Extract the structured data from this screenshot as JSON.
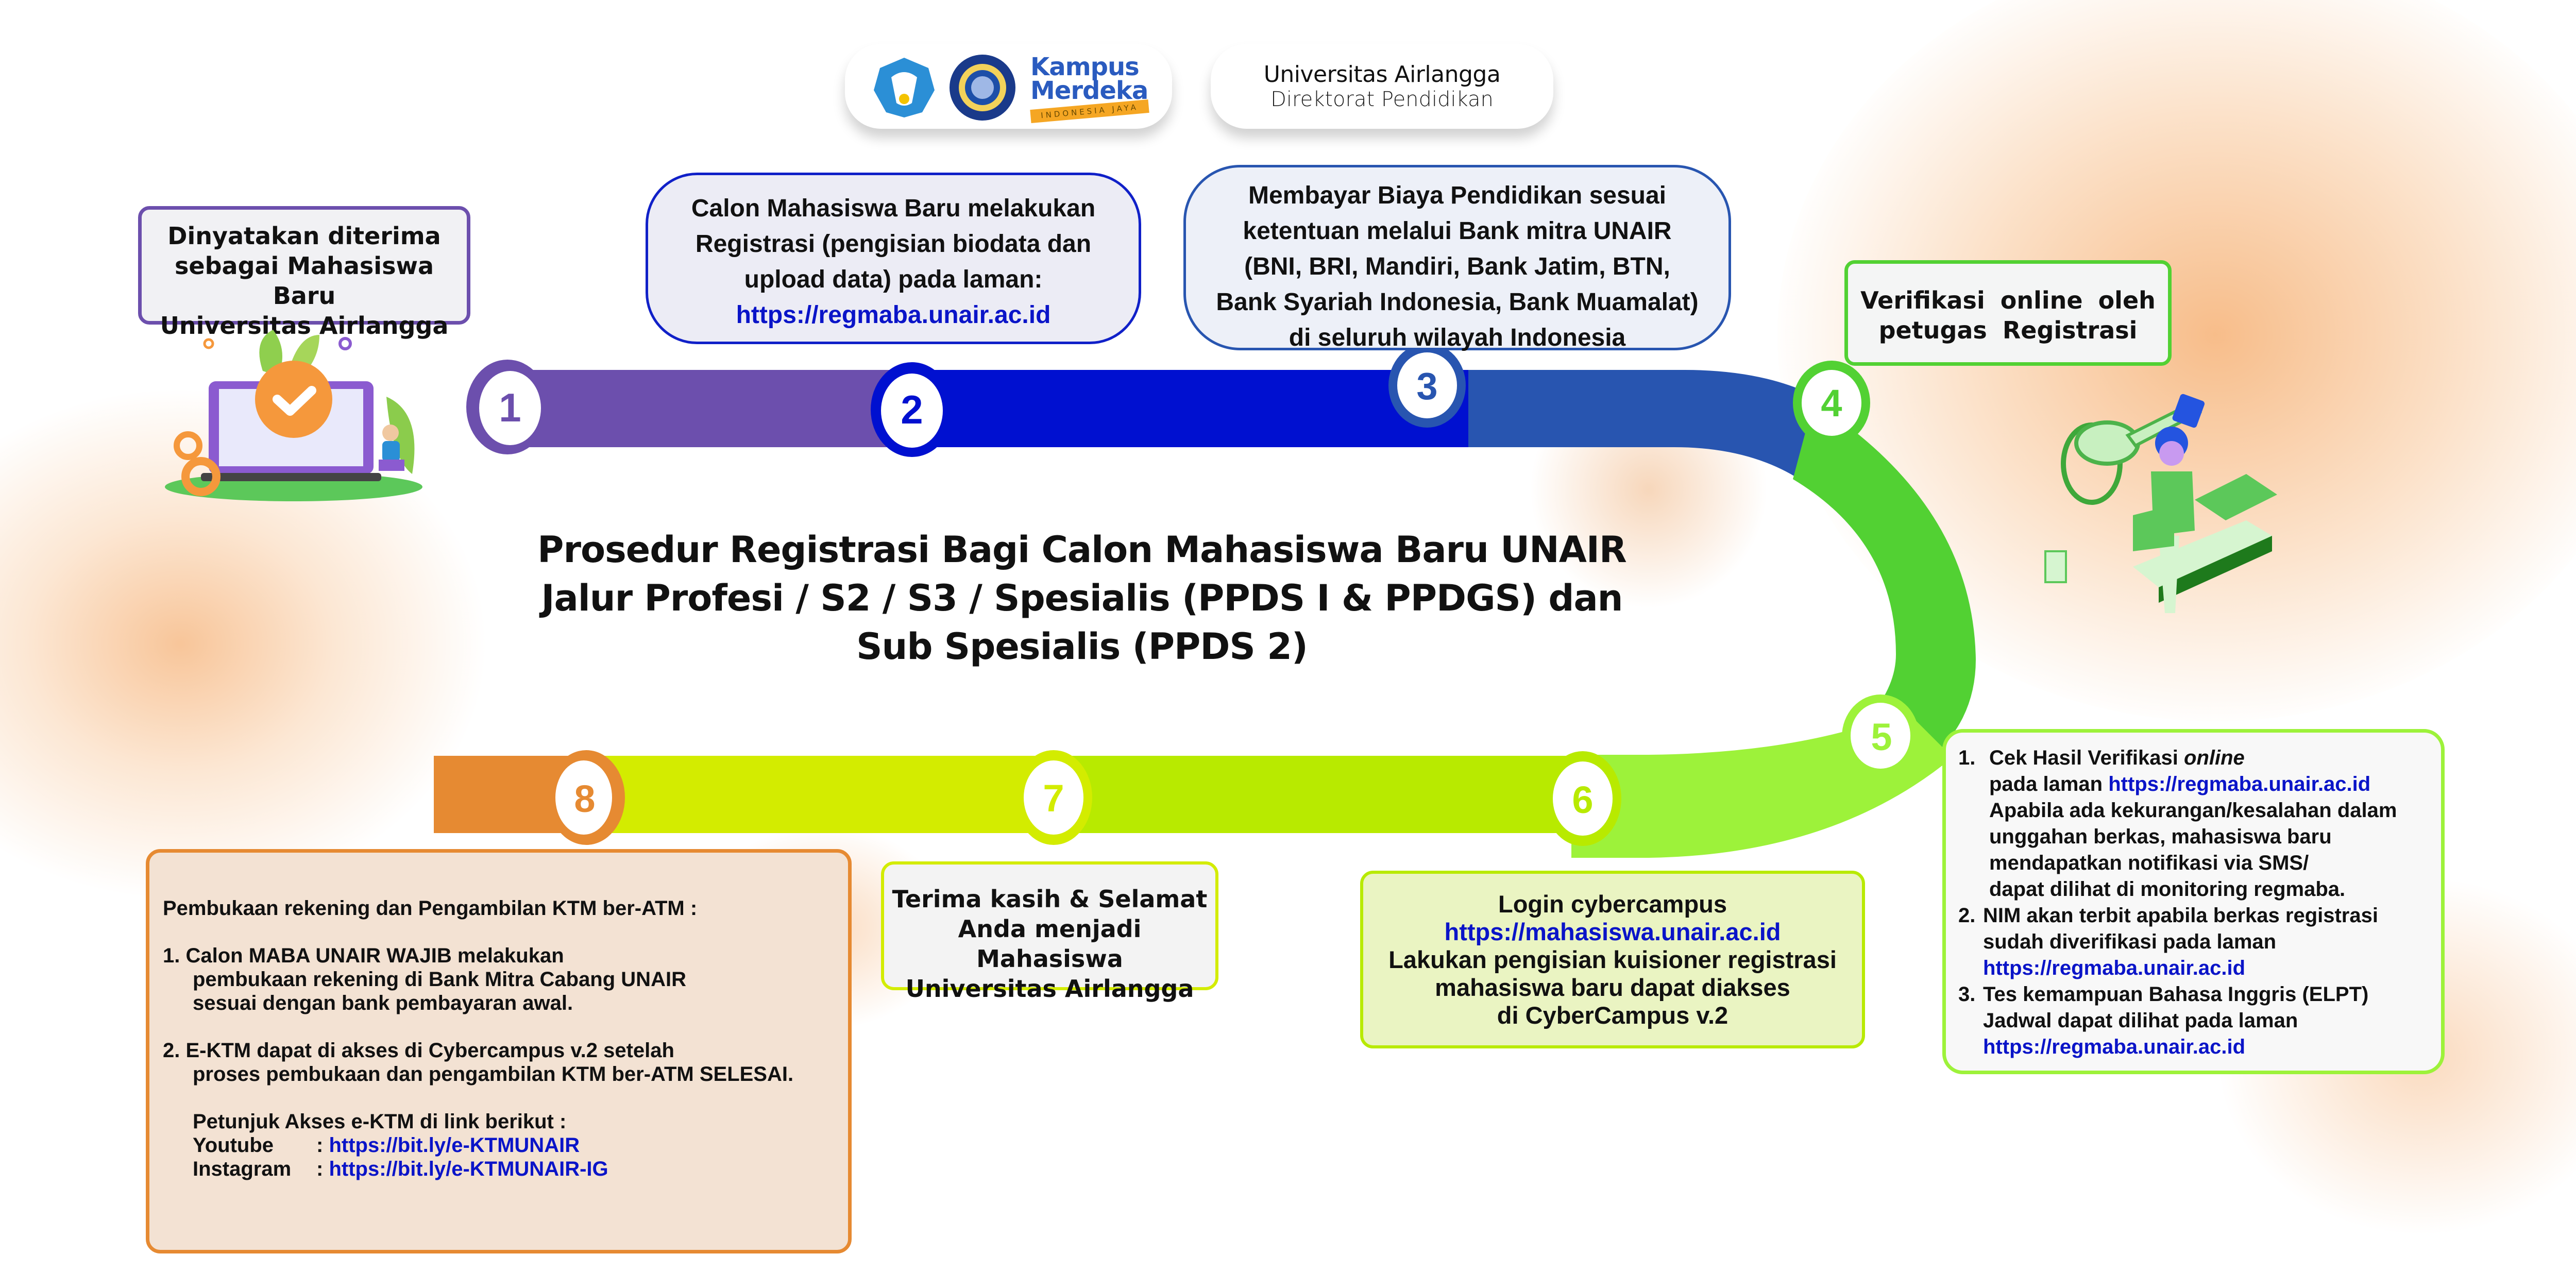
{
  "colors": {
    "step1": "#6c4fad",
    "step2": "#0010d0",
    "step3": "#2855b0",
    "step4": "#52d133",
    "step5": "#9df23a",
    "step6": "#b8ea00",
    "step7": "#d3ec00",
    "step8": "#e68a32",
    "link": "#0a14c8"
  },
  "header": {
    "logos": [
      "tut-wuri-handayani-logo",
      "unair-seal-logo",
      "kampus-merdeka-logo"
    ],
    "kampus_merdeka_line1": "Kampus",
    "kampus_merdeka_line2": "Merdeka",
    "kampus_merdeka_band": "INDONESIA JAYA",
    "university": "Universitas Airlangga",
    "department": "Direktorat Pendidikan"
  },
  "title": {
    "line1": "Prosedur Registrasi Bagi Calon Mahasiswa Baru UNAIR",
    "line2": "Jalur Profesi / S2 / S3 / Spesialis (PPDS I & PPDGS) dan",
    "line3": "Sub Spesialis (PPDS 2)"
  },
  "steps": [
    {
      "number": "1",
      "lines": [
        "Dinyatakan diterima",
        "sebagai Mahasiswa Baru",
        "Universitas Airlangga"
      ],
      "illustration": "laptop-checkmark-illustration"
    },
    {
      "number": "2",
      "lines": [
        "Calon Mahasiswa Baru melakukan",
        "Registrasi (pengisian biodata dan",
        "upload data) pada laman:"
      ],
      "link": "https://regmaba.unair.ac.id"
    },
    {
      "number": "3",
      "lines": [
        "Membayar Biaya Pendidikan sesuai",
        "ketentuan melalui Bank mitra UNAIR",
        "(BNI, BRI, Mandiri, Bank Jatim, BTN,",
        "Bank Syariah Indonesia, Bank Muamalat)",
        "di seluruh wilayah Indonesia"
      ]
    },
    {
      "number": "4",
      "lines": [
        "Verifikasi online oleh",
        "petugas Registrasi"
      ],
      "illustration": "key-security-illustration"
    },
    {
      "number": "5",
      "items": [
        {
          "num": "1.",
          "text_a": "Cek Hasil Verifikasi ",
          "text_italic": "online",
          "line2_prefix": "pada laman ",
          "line2_link": "https://regmaba.unair.ac.id",
          "more": [
            "Apabila ada kekurangan/kesalahan dalam",
            "unggahan berkas, mahasiswa baru",
            "mendapatkan notifikasi via SMS/",
            "dapat dilihat di monitoring regmaba."
          ]
        },
        {
          "num": "2.",
          "lines": [
            "NIM akan terbit apabila berkas registrasi",
            "sudah diverifikasi pada laman"
          ],
          "link": "https://regmaba.unair.ac.id"
        },
        {
          "num": "3.",
          "lines": [
            "Tes kemampuan Bahasa Inggris (ELPT)",
            "Jadwal dapat dilihat pada laman"
          ],
          "link": "https://regmaba.unair.ac.id"
        }
      ]
    },
    {
      "number": "6",
      "heading": "Login cybercampus",
      "link": "https://mahasiswa.unair.ac.id",
      "lines": [
        "Lakukan pengisian kuisioner registrasi",
        "mahasiswa baru dapat diakses",
        "di CyberCampus v.2"
      ]
    },
    {
      "number": "7",
      "lines": [
        "Terima kasih & Selamat",
        "Anda menjadi Mahasiswa",
        "Universitas Airlangga"
      ]
    },
    {
      "number": "8",
      "heading": "Pembukaan rekening dan Pengambilan KTM ber-ATM :",
      "item1": {
        "num": "1.",
        "lines": [
          "Calon MABA UNAIR WAJIB melakukan",
          "pembukaan rekening di Bank Mitra Cabang UNAIR",
          "sesuai dengan bank pembayaran awal."
        ]
      },
      "item2": {
        "num": "2.",
        "lines": [
          "E-KTM dapat di akses di Cybercampus v.2 setelah",
          "proses pembukaan dan pengambilan KTM ber-ATM SELESAI."
        ]
      },
      "guide": "Petunjuk Akses e-KTM di link berikut :",
      "youtube_label": "Youtube",
      "youtube_link": "https://bit.ly/e-KTMUNAIR",
      "instagram_label": "Instagram",
      "instagram_link": "https://bit.ly/e-KTMUNAIR-IG",
      "separator": ":"
    }
  ]
}
